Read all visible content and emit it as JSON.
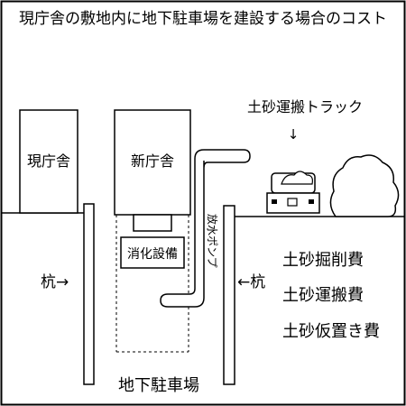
{
  "title": "現庁舎の敷地内に地下駐車場を建設する場合のコスト",
  "buildings": {
    "current": "現庁舎",
    "new": "新庁舎"
  },
  "equipment": {
    "fire_system": "消化設備",
    "pump": "放水ポンプ"
  },
  "truck_label": "土砂運搬トラック",
  "arrow_down": "↓",
  "piles": {
    "left": "杭→",
    "right": "←杭"
  },
  "costs": [
    "土砂掘削費",
    "土砂運搬費",
    "土砂仮置き費"
  ],
  "parking_label": "地下駐車場"
}
